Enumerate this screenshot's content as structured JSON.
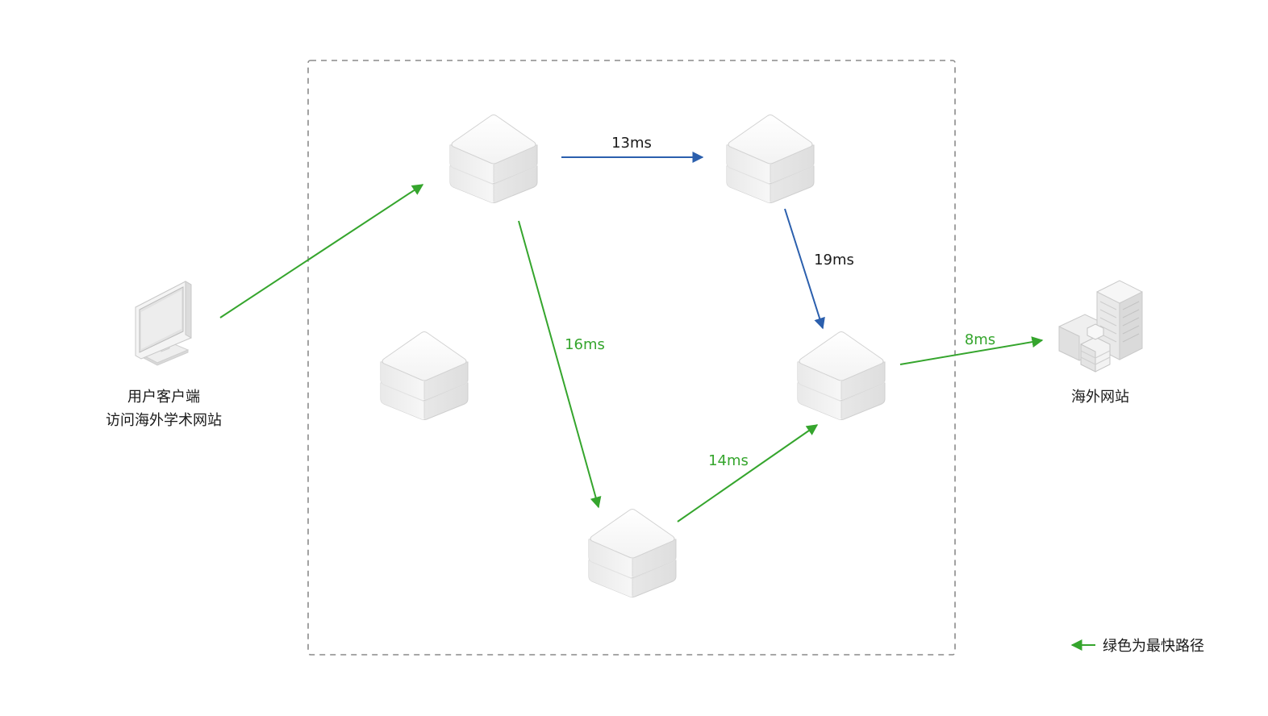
{
  "colors": {
    "fast_path": "#35a52d",
    "slow_path": "#2b5fad",
    "frame": "#8a8a8a",
    "label_dark": "#1a1a1a"
  },
  "client": {
    "icon": "monitor-icon",
    "line1": "用户客户端",
    "line2": "访问海外学术网站"
  },
  "website": {
    "icon": "server-building-icon",
    "label": "海外网站"
  },
  "nodes": [
    {
      "id": "top-left",
      "icon": "node-cube-icon"
    },
    {
      "id": "top-right",
      "icon": "node-cube-icon"
    },
    {
      "id": "middle-left",
      "icon": "node-cube-icon"
    },
    {
      "id": "middle-right",
      "icon": "node-cube-icon"
    },
    {
      "id": "bottom",
      "icon": "node-cube-icon"
    }
  ],
  "links": [
    {
      "from": "client",
      "to": "top-left",
      "label": "",
      "fast": true
    },
    {
      "from": "top-left",
      "to": "top-right",
      "label": "13ms",
      "fast": false
    },
    {
      "from": "top-right",
      "to": "middle-right",
      "label": "19ms",
      "fast": false
    },
    {
      "from": "top-left",
      "to": "bottom",
      "label": "16ms",
      "fast": true
    },
    {
      "from": "bottom",
      "to": "middle-right",
      "label": "14ms",
      "fast": true
    },
    {
      "from": "middle-right",
      "to": "website",
      "label": "8ms",
      "fast": true
    }
  ],
  "legend": {
    "text": "绿色为最快路径"
  }
}
